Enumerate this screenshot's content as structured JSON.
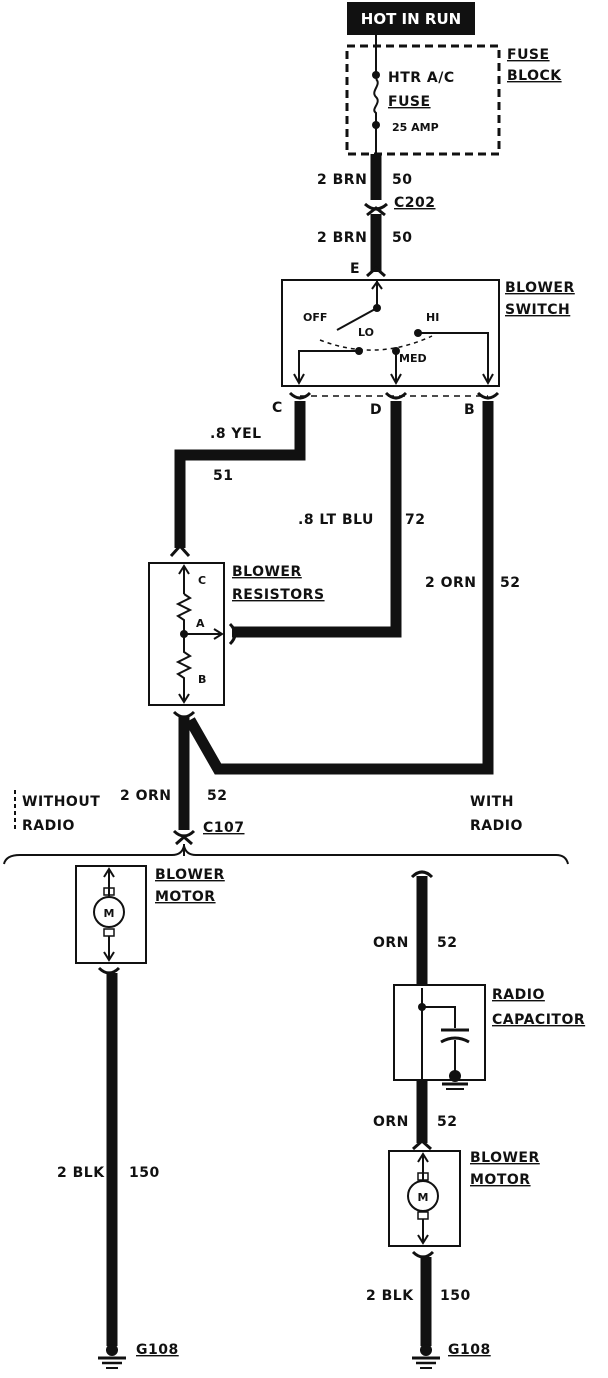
{
  "header": {
    "hot_label": "HOT IN RUN"
  },
  "fuse_block": {
    "title_line1": "FUSE",
    "title_line2": "BLOCK",
    "fuse_line1": "HTR A/C",
    "fuse_line2": "FUSE",
    "rating": "25 AMP"
  },
  "wire_50_upper": {
    "gauge_color": "2 BRN",
    "circuit": "50"
  },
  "connector_c202": "C202",
  "wire_50_lower": {
    "gauge_color": "2 BRN",
    "circuit": "50"
  },
  "blower_switch": {
    "title_line1": "BLOWER",
    "title_line2": "SWITCH",
    "terminal_e": "E",
    "terminal_c": "C",
    "terminal_d": "D",
    "terminal_b": "B",
    "pos_off": "OFF",
    "pos_lo": "LO",
    "pos_med": "MED",
    "pos_hi": "HI"
  },
  "wire_51": {
    "gauge_color": ".8 YEL",
    "circuit": "51"
  },
  "wire_72": {
    "gauge_color": ".8 LT BLU",
    "circuit": "72"
  },
  "wire_52_right": {
    "gauge_color": "2 ORN",
    "circuit": "52"
  },
  "blower_resistors": {
    "title_line1": "BLOWER",
    "title_line2": "RESISTORS",
    "tap_c": "C",
    "tap_a": "A",
    "tap_b": "B"
  },
  "wire_52_lower": {
    "gauge_color": "2 ORN",
    "circuit": "52"
  },
  "connector_c107": "C107",
  "variant_without": {
    "line1": "WITHOUT",
    "line2": "RADIO"
  },
  "variant_with": {
    "line1": "WITH",
    "line2": "RADIO"
  },
  "left_branch": {
    "motor_title1": "BLOWER",
    "motor_title2": "MOTOR",
    "motor_symbol": "M",
    "ground_wire_gauge": "2 BLK",
    "ground_wire_circuit": "150",
    "ground": "G108"
  },
  "right_branch": {
    "wire_top_gauge": "ORN",
    "wire_top_circuit": "52",
    "capacitor_title1": "RADIO",
    "capacitor_title2": "CAPACITOR",
    "wire_mid_gauge": "ORN",
    "wire_mid_circuit": "52",
    "motor_title1": "BLOWER",
    "motor_title2": "MOTOR",
    "motor_symbol": "M",
    "ground_wire_gauge": "2 BLK",
    "ground_wire_circuit": "150",
    "ground": "G108"
  }
}
